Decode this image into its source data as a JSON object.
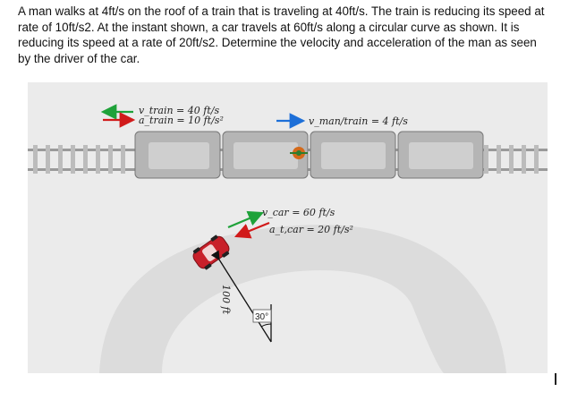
{
  "problem": {
    "text": "A man walks at 4ft/s on the roof of a train that is traveling at 40ft/s. The train is reducing its speed at rate of 10ft/s2. At the instant shown, a car travels at 60ft/s along a circular curve as shown. It is reducing its speed at a rate of 20ft/s2. Determine the velocity and acceleration of the man as seen by the driver of the car."
  },
  "figure": {
    "labels": {
      "v_train": "v_train = 40 ft/s",
      "a_train": "a_train = 10 ft/s²",
      "v_man_train": "v_man/train = 4 ft/s",
      "v_car": "v_car = 60 ft/s",
      "a_t_car": "a_t,car = 20 ft/s²",
      "radius": "100 ft",
      "angle": "30°"
    },
    "colors": {
      "velocity_arrow": "#1fa23a",
      "acceleration_arrow": "#d11a1a",
      "man_arrow": "#1d6fd8",
      "car_body": "#c8202a",
      "background": "#ebebeb"
    }
  }
}
